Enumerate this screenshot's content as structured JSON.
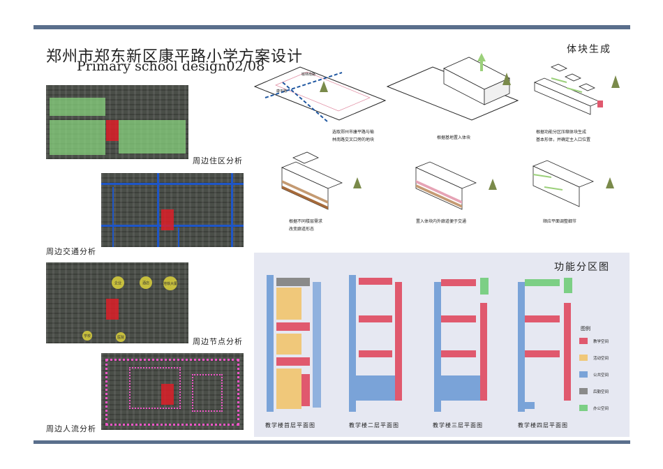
{
  "header": {
    "title_cn": "郑州市郑东新区康平路小学方案设计",
    "title_en": "Primary school design02/08"
  },
  "analysis": {
    "residential": "周边住区分析",
    "traffic": "周边交通分析",
    "nodes": "周边节点分析",
    "pedestrian": "周边人流分析",
    "node_labels": [
      "企业",
      "酒店",
      "地铁大厦",
      "学校",
      "医院"
    ]
  },
  "massing": {
    "heading": "体块生成",
    "road_labels": [
      "榆林南路",
      "康平路"
    ],
    "steps": [
      {
        "l1": "选取郑州市康平路与榆",
        "l2": "林南路交叉口旁的地块"
      },
      {
        "l1": "根据基地置入体块",
        "l2": ""
      },
      {
        "l1": "根据功能分区压缩体块生成",
        "l2": "基本形体，并确定主入口位置"
      },
      {
        "l1": "根据不同楼层需求",
        "l2": "改变廊道形态"
      },
      {
        "l1": "置入体块内外廊道便于交通",
        "l2": ""
      },
      {
        "l1": "顺应平面调整细节",
        "l2": ""
      }
    ]
  },
  "function": {
    "heading": "功能分区图",
    "legend_title": "图例",
    "legend": [
      {
        "label": "教学空间",
        "color": "#e0596e"
      },
      {
        "label": "活动空间",
        "color": "#f0c87a"
      },
      {
        "label": "公共空间",
        "color": "#7aa3d8"
      },
      {
        "label": "后勤空间",
        "color": "#8a8a8a"
      },
      {
        "label": "办公空间",
        "color": "#7ccf85"
      }
    ],
    "plans": [
      "教学楼首层平面图",
      "教学楼二层平面图",
      "教学楼三层平面图",
      "教学楼四层平面图"
    ]
  }
}
